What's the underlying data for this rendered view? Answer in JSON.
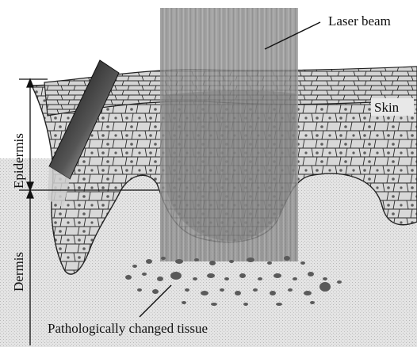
{
  "figure": {
    "labels": {
      "laser_beam": "Laser beam",
      "skin": "Skin",
      "epidermis": "Epidermis",
      "dermis": "Dermis",
      "pathological": "Pathologically changed tissue"
    },
    "colors": {
      "dermis_fill": "#e2e2e2",
      "cell_fill": "#d9d9d9",
      "cell_line": "#2a2a2a",
      "nucleus": "#6b6b6b",
      "beam": "#8c8c8c",
      "lesion_dot": "#5a5a5a",
      "tool_dark": "#111111",
      "tool_light": "#f2f2f2"
    },
    "icons": [
      "laser-beam-icon",
      "applicator-tool-icon",
      "cell-layer-icon",
      "lesion-dots-icon"
    ]
  }
}
